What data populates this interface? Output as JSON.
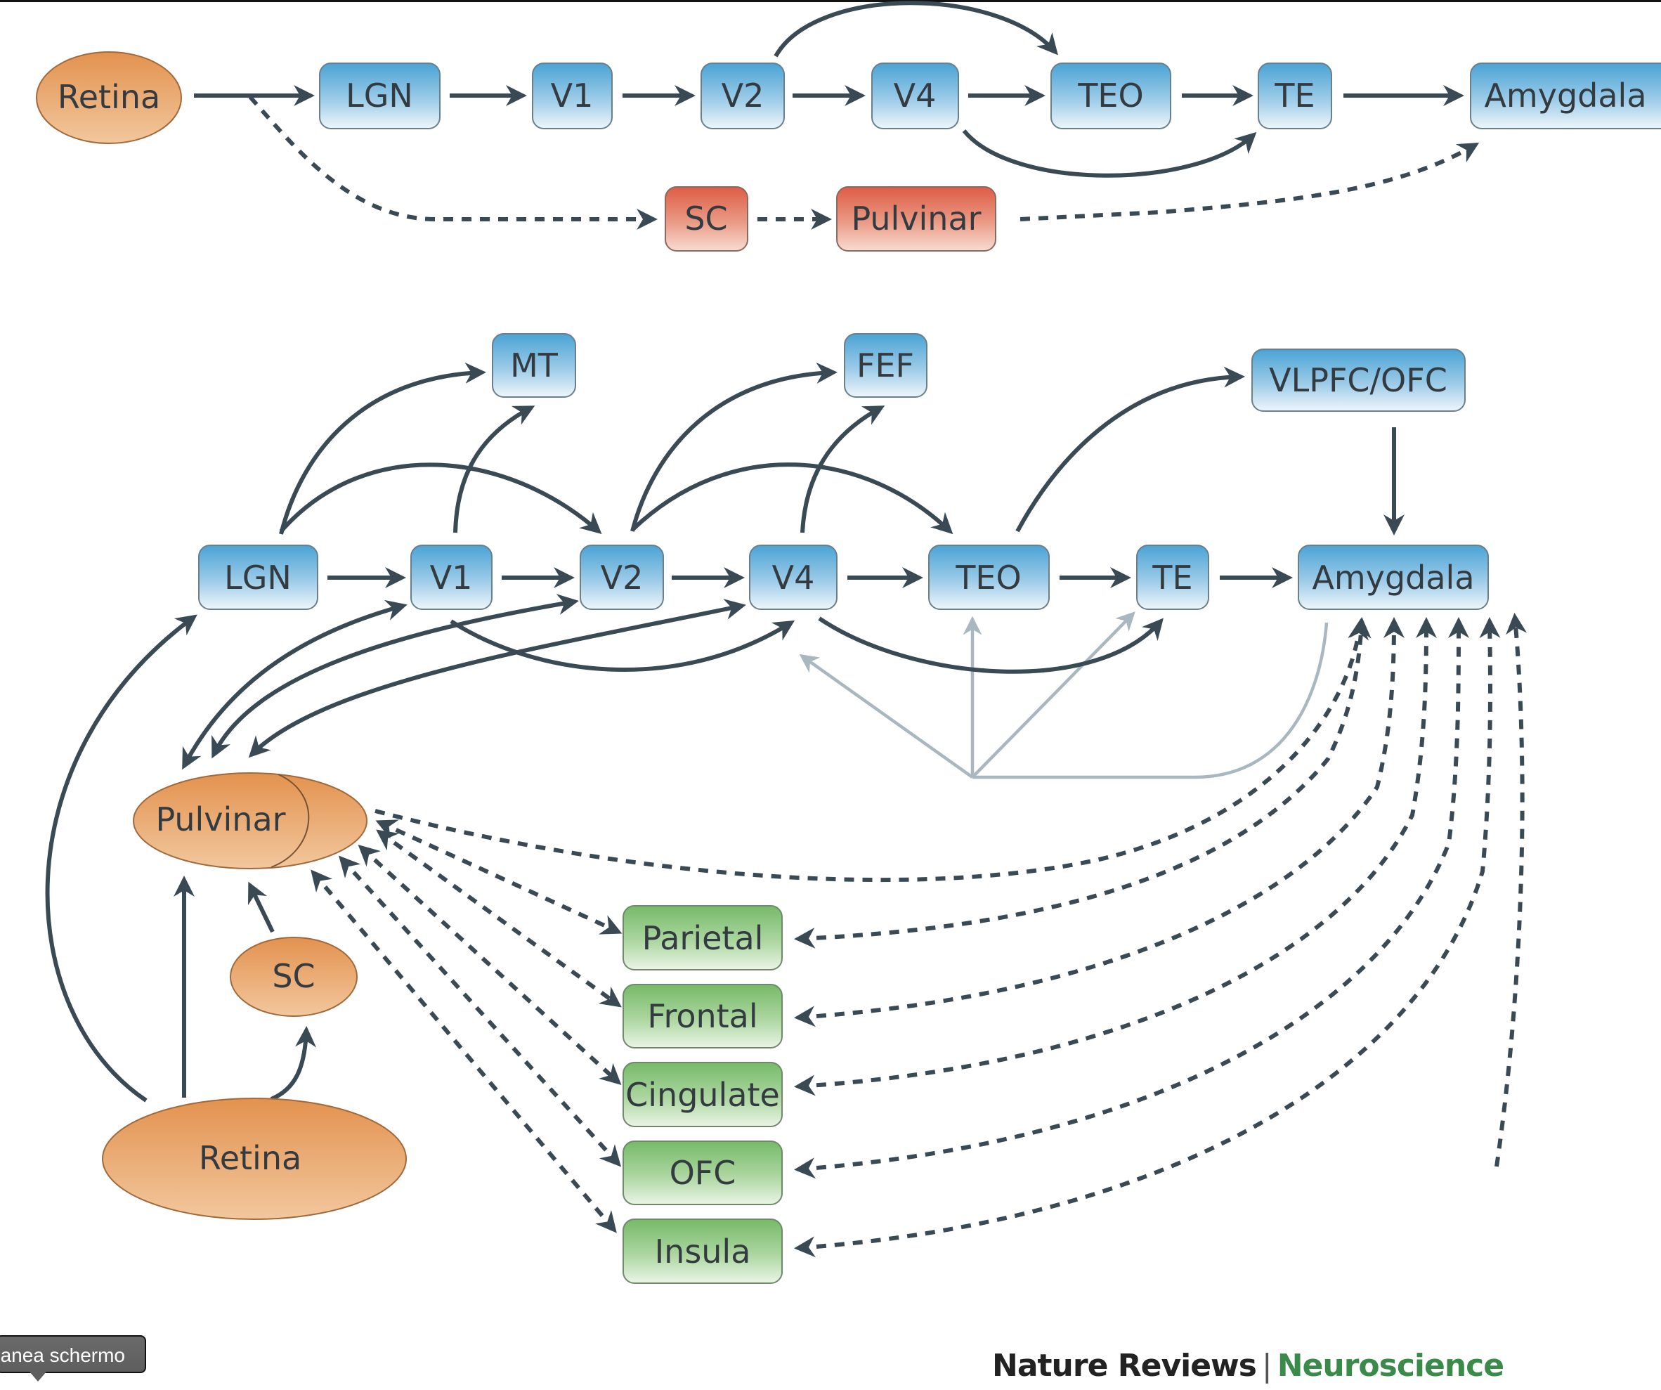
{
  "figure": {
    "colors": {
      "cortical_box": "#4ea6d6",
      "subcortical_box": "#e0654d",
      "subcortical_ellipse": "#e8995a",
      "frontal_parietal_box": "#7cbd6e",
      "edge": "#3a4a55",
      "edge_light": "#a9b7c0"
    },
    "panel_a": {
      "nodes": {
        "retina": "Retina",
        "lgn": "LGN",
        "v1": "V1",
        "v2": "V2",
        "v4": "V4",
        "teo": "TEO",
        "te": "TE",
        "amygdala": "Amygdala",
        "sc": "SC",
        "pulvinar": "Pulvinar"
      },
      "edges": [
        {
          "from": "Retina",
          "to": "LGN",
          "style": "solid"
        },
        {
          "from": "LGN",
          "to": "V1",
          "style": "solid"
        },
        {
          "from": "V1",
          "to": "V2",
          "style": "solid"
        },
        {
          "from": "V2",
          "to": "V4",
          "style": "solid"
        },
        {
          "from": "V4",
          "to": "TEO",
          "style": "solid"
        },
        {
          "from": "TEO",
          "to": "TE",
          "style": "solid"
        },
        {
          "from": "TE",
          "to": "Amygdala",
          "style": "solid"
        },
        {
          "from": "V2",
          "to": "TEO",
          "style": "solid"
        },
        {
          "from": "V4",
          "to": "TE",
          "style": "solid"
        },
        {
          "from": "Retina",
          "to": "SC",
          "style": "dashed"
        },
        {
          "from": "SC",
          "to": "Pulvinar",
          "style": "dashed"
        },
        {
          "from": "Pulvinar",
          "to": "Amygdala",
          "style": "dashed"
        }
      ]
    },
    "panel_b": {
      "nodes": {
        "lgn": "LGN",
        "v1": "V1",
        "v2": "V2",
        "v4": "V4",
        "teo": "TEO",
        "te": "TE",
        "amygdala": "Amygdala",
        "mt": "MT",
        "fef": "FEF",
        "vlpfc_ofc": "VLPFC/OFC",
        "pulvinar": "Pulvinar",
        "sc": "SC",
        "retina": "Retina",
        "parietal": "Parietal",
        "frontal": "Frontal",
        "cingulate": "Cingulate",
        "ofc": "OFC",
        "insula": "Insula"
      },
      "edges": [
        {
          "from": "LGN",
          "to": "V1",
          "style": "solid"
        },
        {
          "from": "V1",
          "to": "V2",
          "style": "solid"
        },
        {
          "from": "V2",
          "to": "V4",
          "style": "solid"
        },
        {
          "from": "V4",
          "to": "TEO",
          "style": "solid"
        },
        {
          "from": "TEO",
          "to": "TE",
          "style": "solid"
        },
        {
          "from": "TE",
          "to": "Amygdala",
          "style": "solid"
        },
        {
          "from": "LGN",
          "to": "MT",
          "style": "solid"
        },
        {
          "from": "LGN",
          "to": "V2",
          "style": "solid"
        },
        {
          "from": "V1",
          "to": "MT",
          "style": "solid"
        },
        {
          "from": "V2",
          "to": "FEF",
          "style": "solid"
        },
        {
          "from": "V2",
          "to": "TEO",
          "style": "solid"
        },
        {
          "from": "V4",
          "to": "FEF",
          "style": "solid"
        },
        {
          "from": "TEO",
          "to": "VLPFC/OFC",
          "style": "solid"
        },
        {
          "from": "VLPFC/OFC",
          "to": "Amygdala",
          "style": "solid"
        },
        {
          "from": "V1",
          "to": "V4",
          "style": "solid"
        },
        {
          "from": "V4",
          "to": "TE",
          "style": "solid"
        },
        {
          "from": "Amygdala",
          "to": "V4/TEO/TE",
          "style": "light"
        },
        {
          "from": "Retina",
          "to": "LGN",
          "style": "solid"
        },
        {
          "from": "Retina",
          "to": "Pulvinar",
          "style": "solid"
        },
        {
          "from": "Retina",
          "to": "SC",
          "style": "solid"
        },
        {
          "from": "SC",
          "to": "Pulvinar",
          "style": "solid"
        },
        {
          "from": "Pulvinar",
          "to": "V1",
          "style": "bidirectional"
        },
        {
          "from": "Pulvinar",
          "to": "V2",
          "style": "bidirectional"
        },
        {
          "from": "Pulvinar",
          "to": "V4",
          "style": "bidirectional"
        },
        {
          "from": "Pulvinar",
          "to": "Amygdala",
          "style": "dashed"
        },
        {
          "from": "Pulvinar",
          "to": "Parietal",
          "style": "dashed-bidirectional"
        },
        {
          "from": "Pulvinar",
          "to": "Frontal",
          "style": "dashed-bidirectional"
        },
        {
          "from": "Pulvinar",
          "to": "Cingulate",
          "style": "dashed-bidirectional"
        },
        {
          "from": "Pulvinar",
          "to": "OFC",
          "style": "dashed-bidirectional"
        },
        {
          "from": "Pulvinar",
          "to": "Insula",
          "style": "dashed-bidirectional"
        },
        {
          "from": "Amygdala",
          "to": "Parietal",
          "style": "dashed-bidirectional"
        },
        {
          "from": "Amygdala",
          "to": "Frontal",
          "style": "dashed-bidirectional"
        },
        {
          "from": "Amygdala",
          "to": "Cingulate",
          "style": "dashed-bidirectional"
        },
        {
          "from": "Amygdala",
          "to": "OFC",
          "style": "dashed-bidirectional"
        },
        {
          "from": "Amygdala",
          "to": "Insula",
          "style": "dashed-bidirectional"
        }
      ]
    },
    "caption": {
      "journal": "Nature Reviews",
      "separator": "|",
      "field": "Neuroscience"
    }
  },
  "tooltip": {
    "text": "anea schermo"
  }
}
